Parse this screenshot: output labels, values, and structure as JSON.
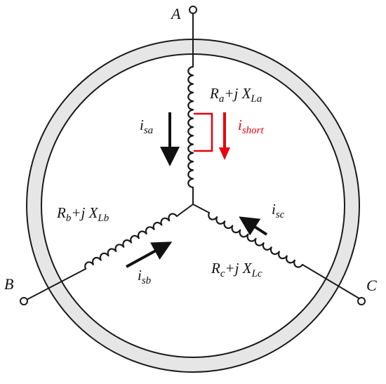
{
  "terminals": {
    "a": "A",
    "b": "B",
    "c": "C"
  },
  "impedance_a": {
    "r": "R",
    "r_sub": "a",
    "mid": "+j X",
    "x_sub": "La"
  },
  "impedance_b": {
    "r": "R",
    "r_sub": "b",
    "mid": "+j X",
    "x_sub": "Lb"
  },
  "impedance_c": {
    "r": "R",
    "r_sub": "c",
    "mid": "+j X",
    "x_sub": "Lc"
  },
  "currents": {
    "sa": {
      "base": "i",
      "sub": "sa"
    },
    "sb": {
      "base": "i",
      "sub": "sb"
    },
    "sc": {
      "base": "i",
      "sub": "sc"
    },
    "short": {
      "base": "i",
      "sub": "short"
    }
  },
  "colors": {
    "line": "#1a1a1a",
    "ring_fill": "#e6e6e6",
    "short_circuit": "#e8000f"
  },
  "icons": {
    "terminal": "open-circle-terminal",
    "winding": "inductor-coil",
    "current_direction": "arrow-icon"
  }
}
